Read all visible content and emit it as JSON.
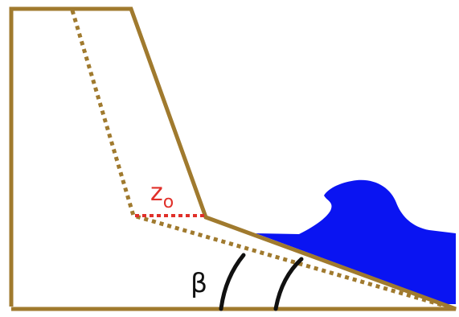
{
  "diagram": {
    "labels": {
      "offset": "z",
      "offset_subscript": "o",
      "angle": "β"
    },
    "colors": {
      "background": "#ffffff",
      "profile": "#a07a2e",
      "water": "#0a14f2",
      "offset_marker": "#e0302a",
      "angle_marker": "#111111"
    }
  }
}
